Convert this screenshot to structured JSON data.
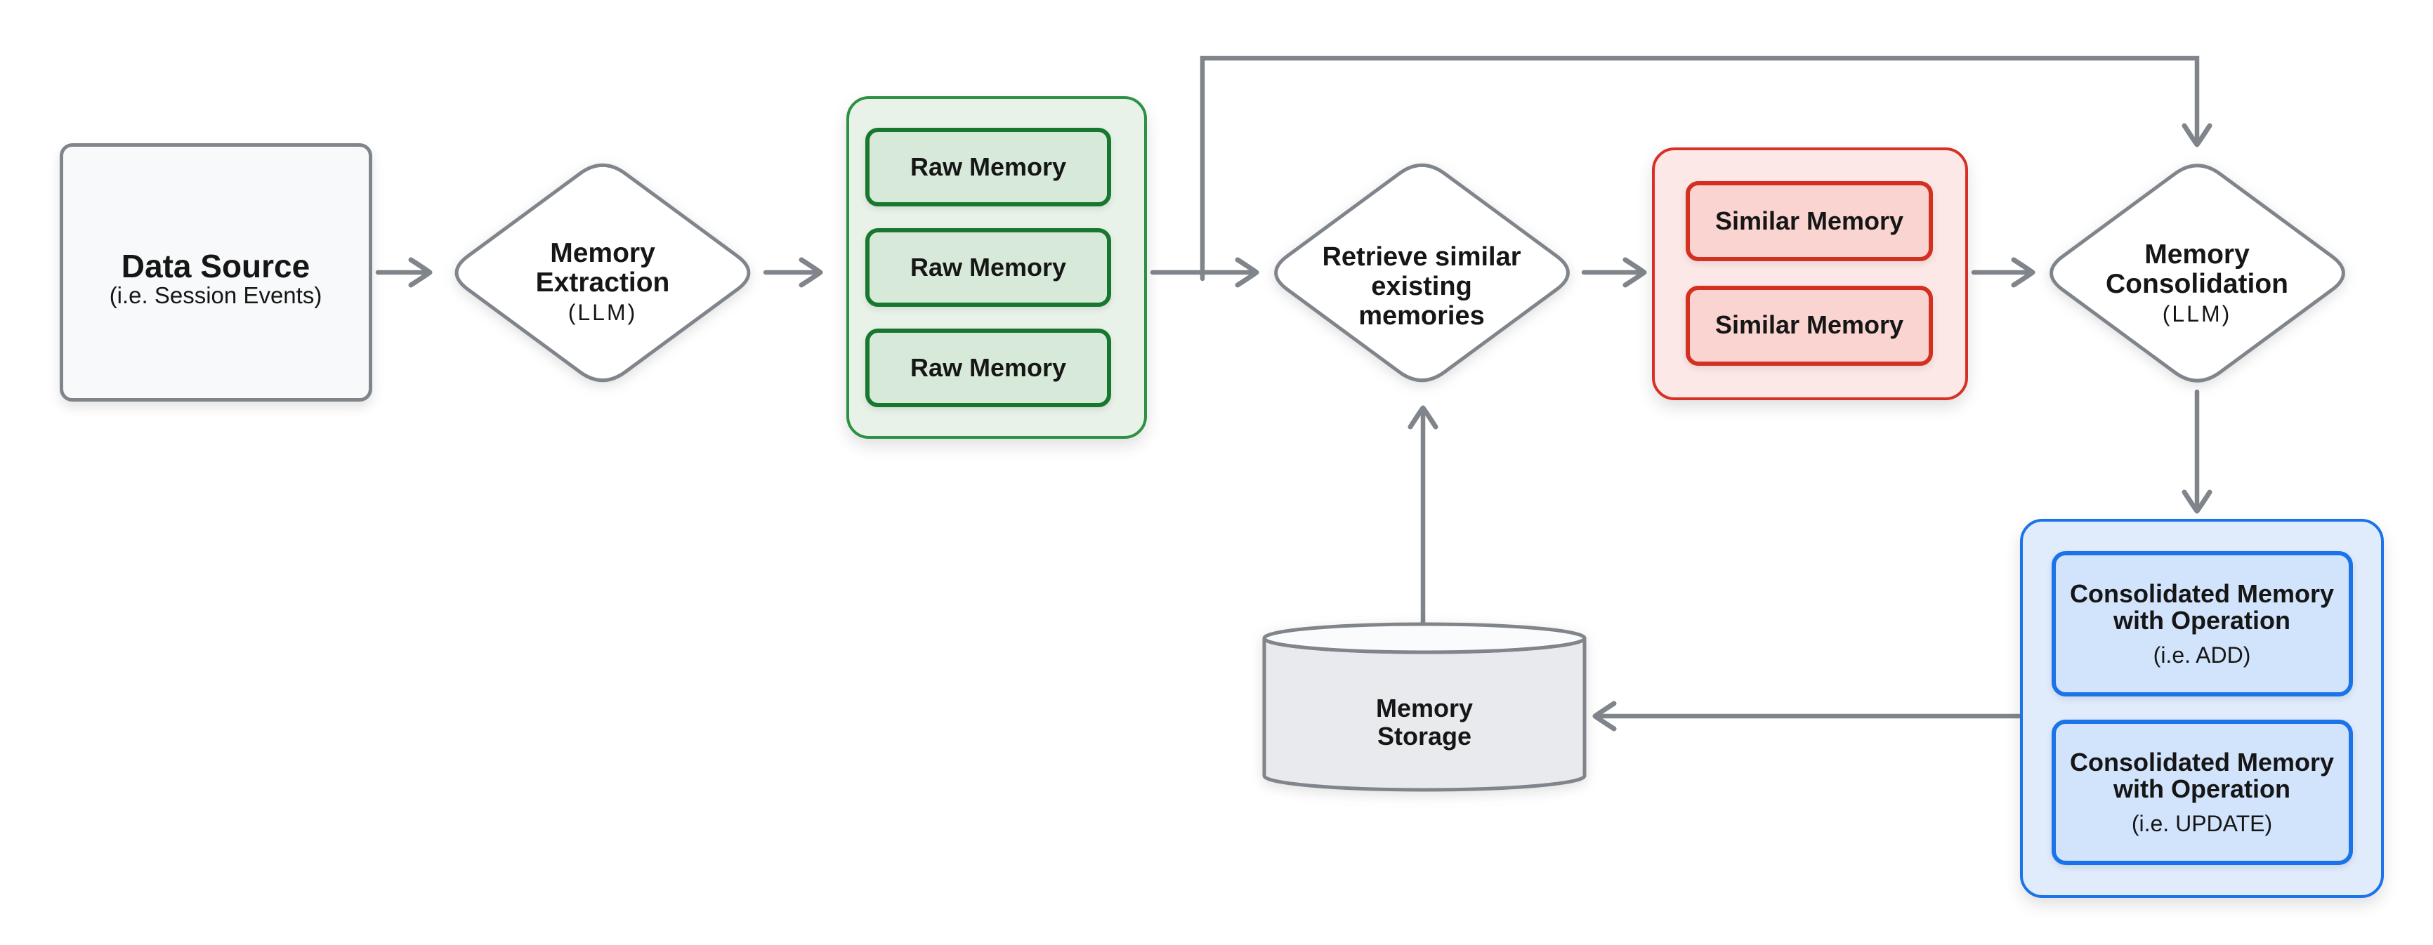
{
  "colors": {
    "arrow_gray": "#7f858b",
    "neutral_fill": "#f8f9fa",
    "cylinder_fill": "#e8eaed",
    "cylinder_top_fill": "#fafbfc",
    "green_container_border": "#2e9044",
    "green_container_fill": "#e8f2e9",
    "green_box_border": "#17772f",
    "green_box_fill": "#d7ead9",
    "red_container_border": "#d93025",
    "red_container_fill": "#fce8e6",
    "red_box_border": "#d3301f",
    "red_box_fill": "#f9d4d0",
    "blue_container_border": "#1a73e8",
    "blue_container_fill": "#e0ebfc",
    "blue_box_border": "#1a73e8",
    "blue_box_fill": "#d2e3fc",
    "text": "#161616"
  },
  "nodes": {
    "data_source": {
      "title": "Data Source",
      "subtitle": "(i.e. Session Events)"
    },
    "memory_extraction": {
      "line1": "Memory",
      "line2": "Extraction",
      "subtitle": "(LLM)"
    },
    "raw_memory_group": {
      "items": [
        "Raw Memory",
        "Raw Memory",
        "Raw Memory"
      ]
    },
    "retrieve_memories": {
      "line1": "Retrieve similar",
      "line2": "existing",
      "line3": "memories"
    },
    "similar_memory_group": {
      "items": [
        "Similar Memory",
        "Similar Memory"
      ]
    },
    "memory_consolidation": {
      "line1": "Memory",
      "line2": "Consolidation",
      "subtitle": "(LLM)"
    },
    "consolidated_group": {
      "items": [
        {
          "line1": "Consolidated Memory",
          "line2": "with Operation",
          "subtitle": "(i.e. ADD)"
        },
        {
          "line1": "Consolidated Memory",
          "line2": "with Operation",
          "subtitle": "(i.e. UPDATE)"
        }
      ]
    },
    "memory_storage": {
      "line1": "Memory",
      "line2": "Storage"
    }
  }
}
